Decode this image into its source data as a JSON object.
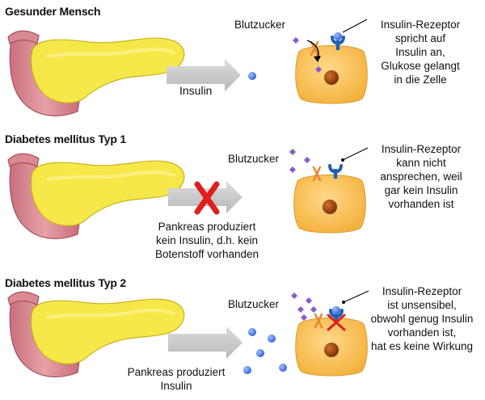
{
  "sections": [
    {
      "heading": "Gesunder Mensch",
      "arrow_label": "Insulin",
      "sugar_label": "Blutzucker",
      "note_lines": [
        "Insulin-Rezeptor",
        "spricht auf",
        "Insulin an,",
        "Glukose gelangt",
        "in die Zelle"
      ]
    },
    {
      "heading": "Diabetes mellitus Typ 1",
      "caption_lines": [
        "Pankreas produziert",
        "kein Insulin, d.h. kein",
        "Botenstoff vorhanden"
      ],
      "sugar_label": "Blutzucker",
      "note_lines": [
        "Insulin-Rezeptor",
        "kann nicht",
        "ansprechen, weil",
        "gar kein Insulin",
        "vorhanden ist"
      ]
    },
    {
      "heading": "Diabetes mellitus Typ 2",
      "caption_lines": [
        "Pankreas produziert",
        "Insulin"
      ],
      "sugar_label": "Blutzucker",
      "note_lines": [
        "Insulin-Rezeptor",
        "ist unsensibel,",
        "obwohl genug Insulin",
        "vorhanden ist,",
        "hat es keine Wirkung"
      ]
    }
  ],
  "colors": {
    "pancreas_body": "#f7e84a",
    "duodenum": "#d98a92",
    "cell": "#f9c04a",
    "nucleus": "#a84a14",
    "insulin": "#3f6fe0",
    "glucose": "#8a5ad0",
    "receptor": "#1f63b0",
    "block_x": "#e11d1d"
  }
}
